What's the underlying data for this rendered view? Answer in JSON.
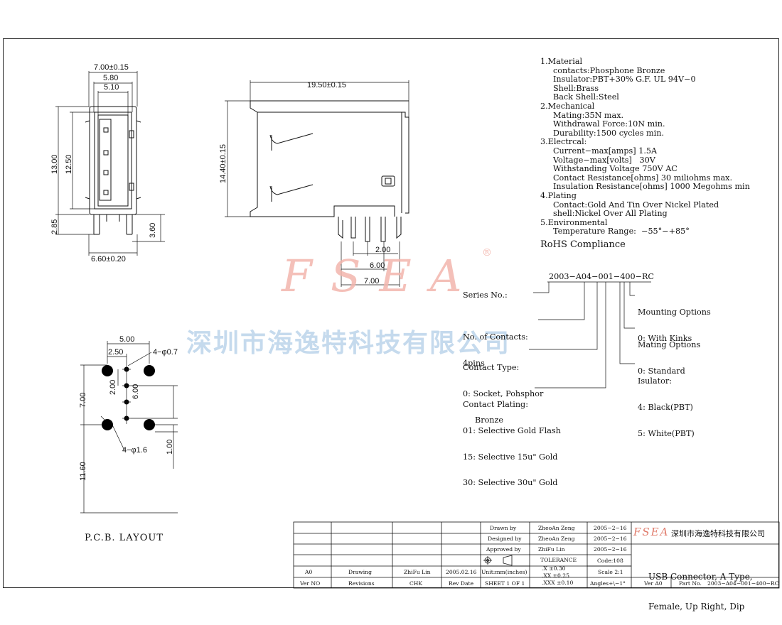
{
  "drawing": {
    "dims_left": {
      "w_total": "7.00±0.15",
      "w_inner": "5.80",
      "w_slot": "5.10",
      "h_13": "13.00",
      "h_1250": "12.50",
      "h_285": "2.85",
      "h_360": "3.60",
      "w_bottom": "6.60±0.20"
    },
    "dims_side": {
      "length": "19.50±0.15",
      "height": "14.40±0.15",
      "p_200": "2.00",
      "p_600": "6.00",
      "p_700": "7.00"
    },
    "dims_pcb": {
      "d_500": "5.00",
      "d_250": "2.50",
      "holes_small": "4−φ0.7",
      "d_200": "2.00",
      "d_600": "6.00",
      "d_700": "7.00",
      "holes_big": "4−φ1.6",
      "d_100": "1.00",
      "d_1160": "11.60"
    },
    "pcb_title": "P.C.B.  LAYOUT"
  },
  "spec": {
    "lines": [
      {
        "text": "1.Material",
        "indent": false
      },
      {
        "text": "contacts:Phosphone Bronze",
        "indent": true
      },
      {
        "text": "Insulator:PBT+30% G.F. UL 94V−0",
        "indent": true
      },
      {
        "text": "Shell:Brass",
        "indent": true
      },
      {
        "text": "Back Shell:Steel",
        "indent": true
      },
      {
        "text": "2.Mechanical",
        "indent": false
      },
      {
        "text": "Mating:35N max.",
        "indent": true
      },
      {
        "text": "Withdrawal Force:10N min.",
        "indent": true
      },
      {
        "text": "Durability:1500 cycles min.",
        "indent": true
      },
      {
        "text": "3.Electrcal:",
        "indent": false
      },
      {
        "text": "Current−max[amps] 1.5A",
        "indent": true
      },
      {
        "text": "Voltage−max[volts]   30V",
        "indent": true
      },
      {
        "text": "Withstanding Voltage 750V AC",
        "indent": true
      },
      {
        "text": "Contact Resistance[ohms] 30 miliohms max.",
        "indent": true
      },
      {
        "text": "Insulation Resistance[ohms] 1000 Megohms min",
        "indent": true
      },
      {
        "text": "4.Plating",
        "indent": false
      },
      {
        "text": "Contact:Gold And Tin Over Nickel Plated",
        "indent": true
      },
      {
        "text": "shell:Nickel Over All Plating",
        "indent": true
      },
      {
        "text": "5.Environmental",
        "indent": false
      },
      {
        "text": "Temperature Range:  −55°−+85°",
        "indent": true
      }
    ],
    "rohs": "RoHS Compliance"
  },
  "part_number": {
    "code": "2003−A04−001−400−RC",
    "series": "Series No.:",
    "contacts_1": "No. of Contacts:",
    "contacts_2": "4pins",
    "type_1": "Contact Type:",
    "type_2": "0: Socket, Pohsphor",
    "type_3": "Bronze",
    "plating_1": "Contact Plating:",
    "plating_2": "01: Selective Gold Flash",
    "plating_3": "15: Selective 15u\" Gold",
    "plating_4": "30: Selective 30u\" Gold",
    "mount_1": "Mounting Options",
    "mount_2": "0: With Kinks",
    "mating_1": "Mating Options",
    "mating_2": "0: Standard",
    "ins_1": "Isulator:",
    "ins_2": "4: Black(PBT)",
    "ins_3": "5: White(PBT)"
  },
  "watermark": {
    "brand": "FSEA",
    "reg": "®",
    "company_cn": "深圳市海逸特科技有限公司"
  },
  "title_block": {
    "drawn_label": "Drawn  by",
    "drawn_name": "ZheoAn Zeng",
    "drawn_date": "2005−2−16",
    "designed_label": "Designed by",
    "designed_name": "ZheoAn Zeng",
    "designed_date": "2005−2−16",
    "approved_label": "Approved by",
    "approved_name": "ZhiFu Lin",
    "approved_date": "2005−2−16",
    "rev_ver": "A0",
    "rev_desc": "Drawing",
    "rev_chk": "ZhiFu Lin",
    "rev_date": "2005.02.16",
    "h_ver": "Ver NO",
    "h_rev": "Revisions",
    "h_chk": "CHK",
    "h_revdate": "Rev Date",
    "units": "Unit:mm(inches)",
    "sheet": "SHEET  1  OF  1",
    "tolerance": "TOLERANCE",
    "tol_x": ".X      ±0.30",
    "tol_xx": ".XX     ±0.25",
    "tol_xxx": ".XXX    ±0.10",
    "code": "Code:108",
    "scale": "Scale 2:1",
    "angles": "Angles+\\−1°",
    "brand": "FSEA",
    "company": "深圳市海逸特科技有限公司",
    "title_1": "USB Connector, A Type,",
    "title_2": "Female, Up Right, Dip",
    "ver_label": "Ver A0",
    "part_label": "Part No.",
    "part_no": "2003−A04−001−400−RC"
  }
}
